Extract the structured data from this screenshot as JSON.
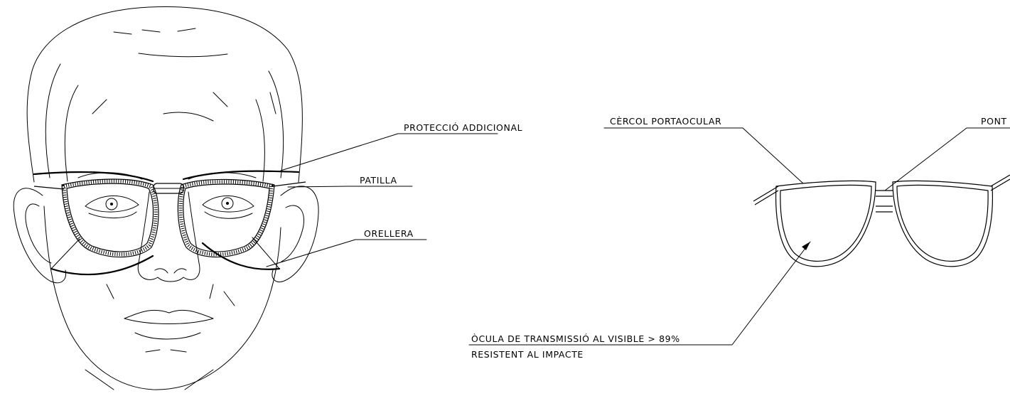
{
  "labels": {
    "proteccio_addicional": "PROTECCIÓ ADDICIONAL",
    "patilla": "PATILLA",
    "orellera": "ORELLERA",
    "cercol_portaocular": "CÈRCOL PORTAOCULAR",
    "pont": "PONT",
    "ocular_line1": "ÒCULA DE TRANSMISSIÓ AL VISIBLE > 89%",
    "ocular_line2": "RESISTENT AL IMPACTE"
  }
}
